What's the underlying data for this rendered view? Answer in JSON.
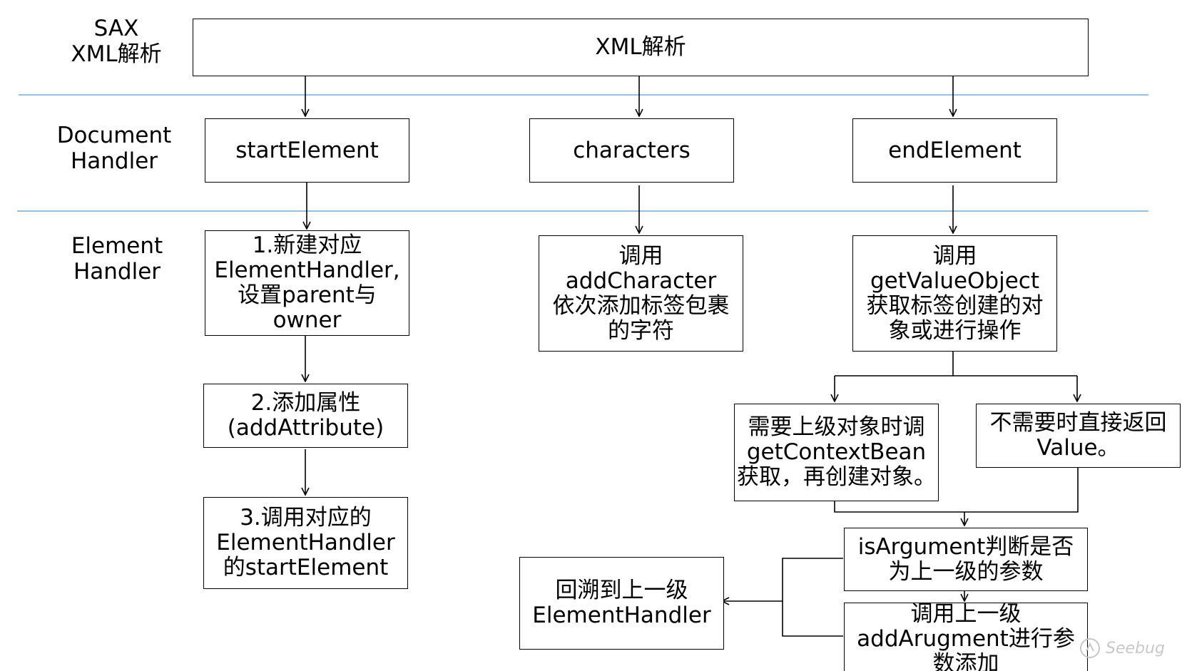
{
  "colors": {
    "line": "#000000",
    "divider": "#5b9bd5",
    "background": "#ffffff",
    "watermark": "#c8c8c8"
  },
  "row_labels": {
    "sax": "SAX\nXML解析",
    "document_handler": "Document\nHandler",
    "element_handler": "Element\nHandler"
  },
  "nodes": {
    "xml_parse": "XML解析",
    "start_element": "startElement",
    "characters": "characters",
    "end_element": "endElement",
    "new_handler": "1.新建对应\nElementHandler,\n设置parent与\nowner",
    "add_attribute": "2.添加属性\n(addAttribute)",
    "call_start_element": "3.调用对应的\nElementHandler\n的startElement",
    "add_character": "调用\naddCharacter\n依次添加标签包裹\n的字符",
    "get_value_object": "调用\ngetValueObject\n获取标签创建的对\n象或进行操作",
    "need_parent": "需要上级对象时调\ngetContextBean\n获取，再创建对象。",
    "return_value": "不需要时直接返回\nValue。",
    "is_argument": "isArgument判断是否\n为上一级的参数",
    "add_argument": "调用上一级\naddArugment进行参\n数添加",
    "backtrack": "回溯到上一级\nElementHandler"
  },
  "watermark": {
    "text": "Seebug",
    "icon": "seebug-logo-icon"
  }
}
